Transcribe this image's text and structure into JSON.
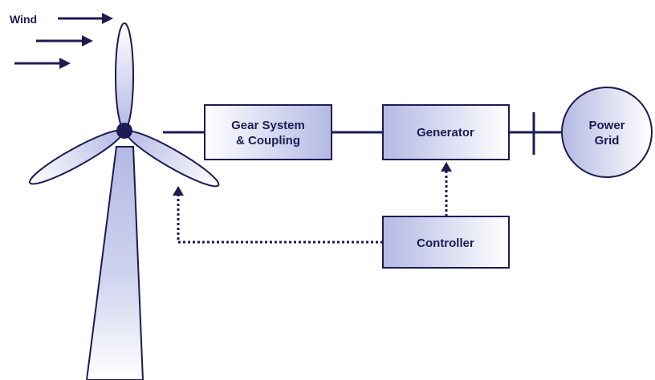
{
  "labels": {
    "wind": "Wind",
    "gear_line1": "Gear System",
    "gear_line2": "& Coupling",
    "generator": "Generator",
    "controller": "Controller",
    "grid_line1": "Power",
    "grid_line2": "Grid"
  },
  "colors": {
    "stroke": "#1d1b52",
    "fill_dark": "#b4b9e4",
    "fill_light": "#ffffff"
  },
  "icons": {
    "turbine": "wind-turbine-icon",
    "wind_arrows": "arrow-right-icon"
  }
}
